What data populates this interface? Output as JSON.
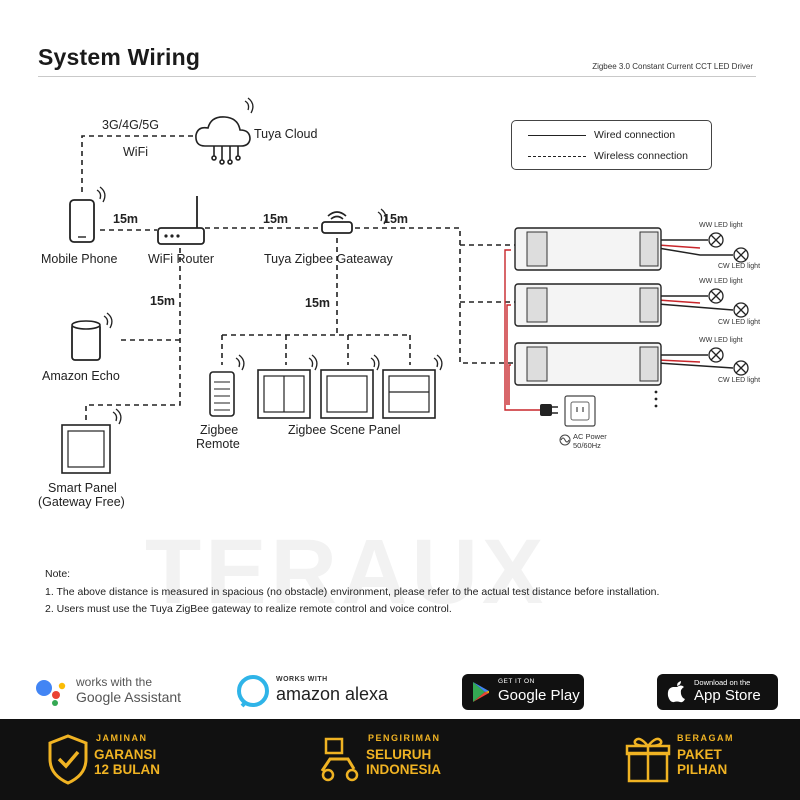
{
  "header": {
    "title": "System Wiring",
    "subtitle": "Zigbee 3.0 Constant Current CCT LED Driver"
  },
  "legend": {
    "wired": "Wired connection",
    "wireless": "Wireless connection"
  },
  "devices": {
    "cloud": "Tuya Cloud",
    "network_line1": "3G/4G/5G",
    "network_line2": "WiFi",
    "phone": "Mobile Phone",
    "router": "WiFi Router",
    "gateway": "Tuya Zigbee Gateaway",
    "echo": "Amazon Echo",
    "smart_panel_line1": "Smart Panel",
    "smart_panel_line2": "(Gateway Free)",
    "remote_line1": "Zigbee",
    "remote_line2": "Remote",
    "scene_panel": "Zigbee Scene Panel"
  },
  "distances": {
    "phone_router": "15m",
    "router_gateway": "15m",
    "gateway_drivers": "15m",
    "router_echo": "15m",
    "gateway_panels": "15m"
  },
  "leds": {
    "ww": "WW LED light",
    "cw": "CW LED light"
  },
  "power": {
    "line1": "AC Power",
    "line2": "50/60Hz"
  },
  "notes": {
    "heading": "Note:",
    "note1": "1. The above distance is measured in spacious (no obstacle) environment, please refer to the actual test distance before installation.",
    "note2": "2. Users must use the Tuya ZigBee gateway to realize remote control and voice control."
  },
  "watermark": "TERAUX",
  "badges": {
    "google_line1": "works with the",
    "google_line2": "Google Assistant",
    "alexa_small": "WORKS WITH",
    "alexa_big": "amazon alexa",
    "play_small": "GET IT ON",
    "play_big": "Google Play",
    "apple_small": "Download on the",
    "apple_big": "App Store"
  },
  "footer": {
    "item1_small": "JAMINAN",
    "item1_big1": "GARANSI",
    "item1_big2": "12 BULAN",
    "item2_small": "PENGIRIMAN",
    "item2_big1": "SELURUH",
    "item2_big2": "INDONESIA",
    "item3_small": "BERAGAM",
    "item3_big1": "PAKET",
    "item3_big2": "PILHAN"
  },
  "colors": {
    "footer_bg": "#111111",
    "footer_accent": "#f0b323",
    "wire_red": "#c8262b",
    "google_blue": "#4285f4",
    "alexa_blue": "#2fb4e8"
  }
}
